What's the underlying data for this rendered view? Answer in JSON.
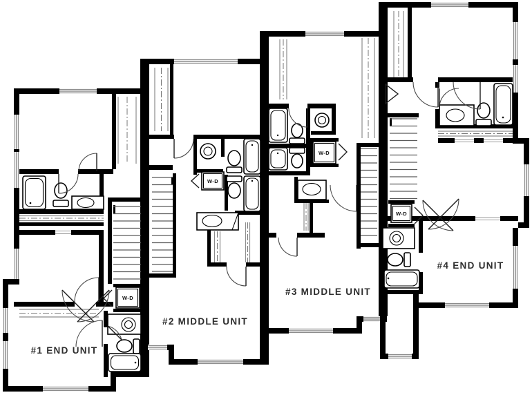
{
  "floor_plan": {
    "units": [
      {
        "label": "#1 END UNIT"
      },
      {
        "label": "#2 MIDDLE UNIT"
      },
      {
        "label": "#3 MIDDLE UNIT"
      },
      {
        "label": "#4 END UNIT"
      }
    ],
    "washer_dryer_label": "W-D",
    "colors": {
      "wall": "#000000",
      "background": "#ffffff",
      "detail-line": "#8c8c8c",
      "door-line": "#4a4a4a",
      "label-text": "#2e2e2e"
    }
  }
}
